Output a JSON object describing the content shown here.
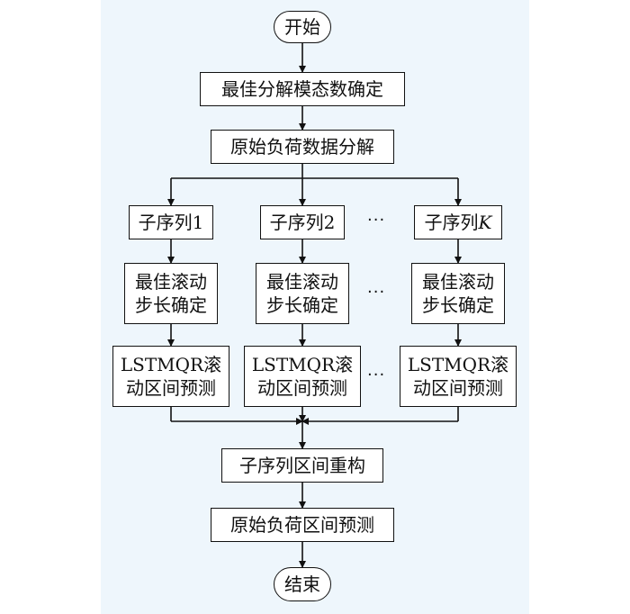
{
  "nodes": {
    "start": "开始",
    "determine_modes": "最佳分解模态数确定",
    "decompose": "原始负荷数据分解",
    "sub1": "子序列1",
    "sub2": "子序列2",
    "subK_prefix": "子序列",
    "subK_var": "K",
    "step1": [
      "最佳滚动",
      "步长确定"
    ],
    "step2": [
      "最佳滚动",
      "步长确定"
    ],
    "stepK": [
      "最佳滚动",
      "步长确定"
    ],
    "pred1": [
      "LSTMQR滚",
      "动区间预测"
    ],
    "pred2": [
      "LSTMQR滚",
      "动区间预测"
    ],
    "predK": [
      "LSTMQR滚",
      "动区间预测"
    ],
    "reconstruct": "子序列区间重构",
    "final_predict": "原始负荷区间预测",
    "end": "结束"
  },
  "ellipsis": "···"
}
